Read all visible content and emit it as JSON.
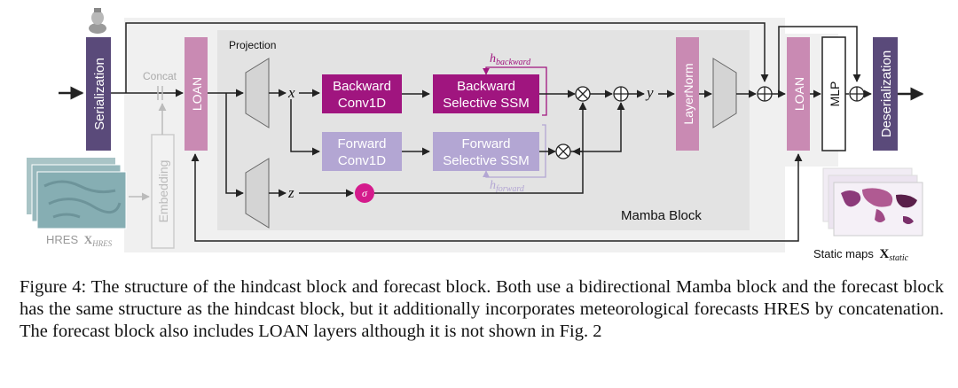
{
  "figure": {
    "serialization": "Serialization",
    "concat": "Concat",
    "loan": "LOAN",
    "embedding": "Embedding",
    "hres_label": "HRES",
    "hres_symbol": "X",
    "hres_subscript": "HRES",
    "projection": "Projection",
    "x_var": "x",
    "z_var": "z",
    "y_var": "y",
    "backward_conv": [
      "Backward",
      "Conv1D"
    ],
    "backward_ssm": [
      "Backward",
      "Selective SSM"
    ],
    "forward_conv": [
      "Forward",
      "Conv1D"
    ],
    "forward_ssm": [
      "Forward",
      "Selective SSM"
    ],
    "h_symbol": "h",
    "h_backward": "backward",
    "h_forward": "forward",
    "sigma": "σ",
    "layernorm": "LayerNorm",
    "mamba_block": "Mamba Block",
    "loan2": "LOAN",
    "mlp": "MLP",
    "deserialization": "Deserialization",
    "static_label": "Static maps",
    "static_symbol": "X",
    "static_subscript": "static",
    "otimes": "⊗",
    "oplus": "⊕",
    "colors": {
      "dark_purple": "#5a4a7a",
      "magenta": "#a0157f",
      "light_purple": "#b3a6d3",
      "pink_loan": "#c98ab3",
      "sigma": "#d41b8c"
    }
  },
  "caption": "Figure 4: The structure of the hindcast block and forecast block. Both use a bidirectional Mamba block and the forecast block has the same structure as the hindcast block, but it additionally incorporates meteorological forecasts HRES by concatenation. The forecast block also includes LOAN layers although it is not shown in Fig. 2"
}
